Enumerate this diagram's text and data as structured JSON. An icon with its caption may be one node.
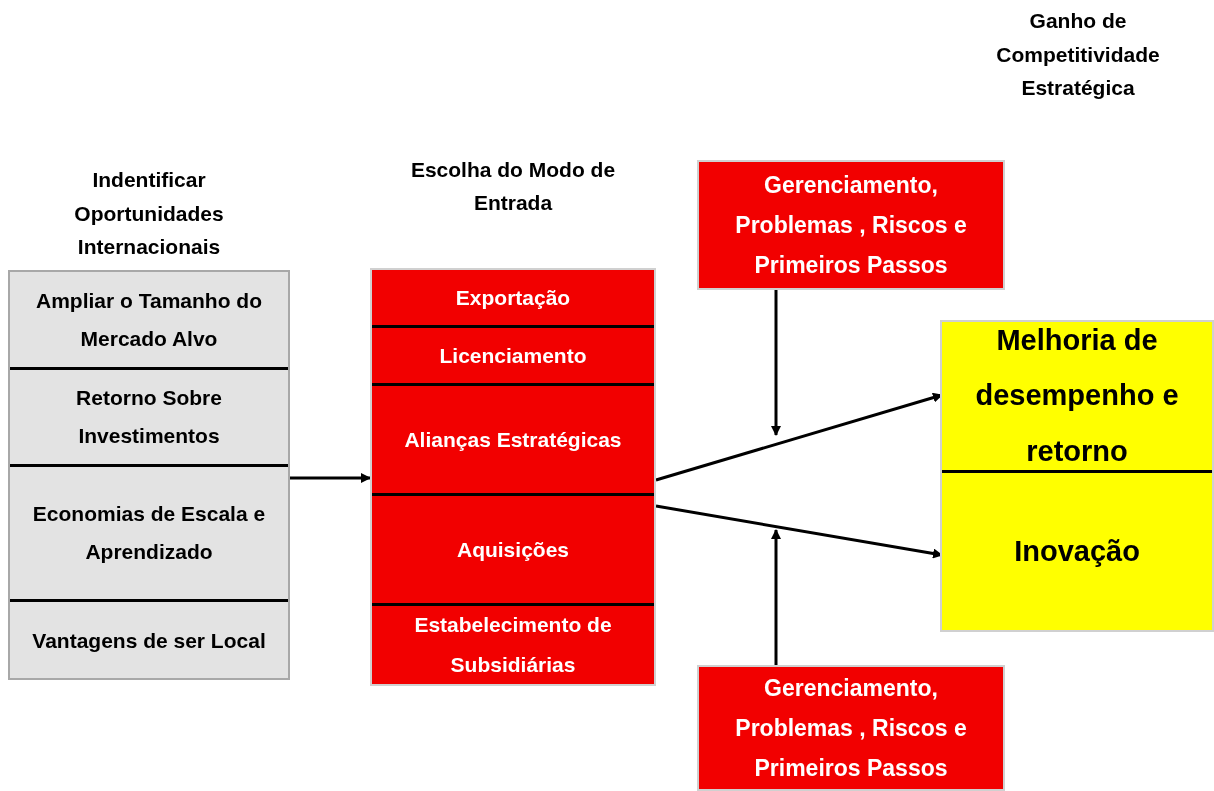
{
  "diagram": {
    "nodes": [
      {
        "text": [
          "Indentificar Oportunidades Internacionais"
        ]
      },
      {
        "text": [
          "Ampliar o Tamanho do Mercado Alvo"
        ],
        "in": 0
      },
      {
        "text": [
          "Retorno Sobre Investimentos"
        ],
        "in": 0
      },
      {
        "text": [
          "Economias de Escala e Aprendizado"
        ],
        "in": 0
      },
      {
        "text": [
          "Vantagens de ser Local"
        ],
        "in": 0
      },
      {
        "text": [
          "Escolha do Modo de Entrada"
        ]
      },
      {
        "text": [
          "Exportação"
        ],
        "in": 5
      },
      {
        "text": [
          "Licenciamento"
        ],
        "in": 5
      },
      {
        "text": [
          "Alianças Estratégicas"
        ],
        "in": 5
      },
      {
        "text": [
          "Aquisições"
        ],
        "in": 5
      },
      {
        "text": [
          "Estabelecimento de Subsidiárias"
        ],
        "in": 5
      },
      {
        "text": [
          "Gerenciamento, Problemas , Riscos e Primeiros Passos"
        ]
      },
      {
        "text": [
          "Gerenciamento, Problemas , Riscos e Primeiros Passos"
        ]
      },
      {
        "text": [],
        "shape": "box"
      },
      {
        "text": [
          "Melhoria de desempenho e retorno"
        ],
        "in": 13
      },
      {
        "text": [
          "Inovação"
        ],
        "in": 13
      }
    ],
    "edges": [
      {
        "from": 0,
        "to": 5,
        "arrow": "to"
      },
      {
        "from": 5,
        "to": 14,
        "arrow": "to"
      },
      {
        "from": 5,
        "to": 15,
        "arrow": "to"
      },
      {
        "from": 11,
        "to": null,
        "arrow": "to"
      },
      {
        "from": 12,
        "to": null,
        "arrow": "to"
      }
    ],
    "labels": [
      "Ganho de Competitividade Estratégica"
    ]
  }
}
